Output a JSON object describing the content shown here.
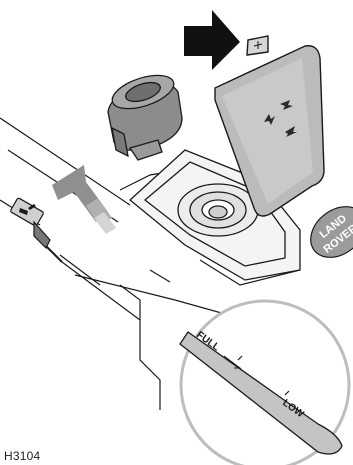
{
  "figure": {
    "id": "H3104",
    "dipstick_marks": {
      "full": "FULL",
      "low": "LOW"
    },
    "badge_text": {
      "line1": "LAND",
      "line2": "ROVER"
    }
  },
  "colors": {
    "line": "#1a1a1a",
    "cap": "#8c8c8c",
    "lid": "#b8b8b8",
    "arrow_black": "#111111",
    "arrow_grey": "#8f8f8f",
    "zoom_circle": "#bdbdbd"
  },
  "icons": {
    "oil_can": "oil-can-icon",
    "fill_cap": "oil-fill-cap-icon",
    "lid_symbol": "open-lid-arrows-icon"
  }
}
